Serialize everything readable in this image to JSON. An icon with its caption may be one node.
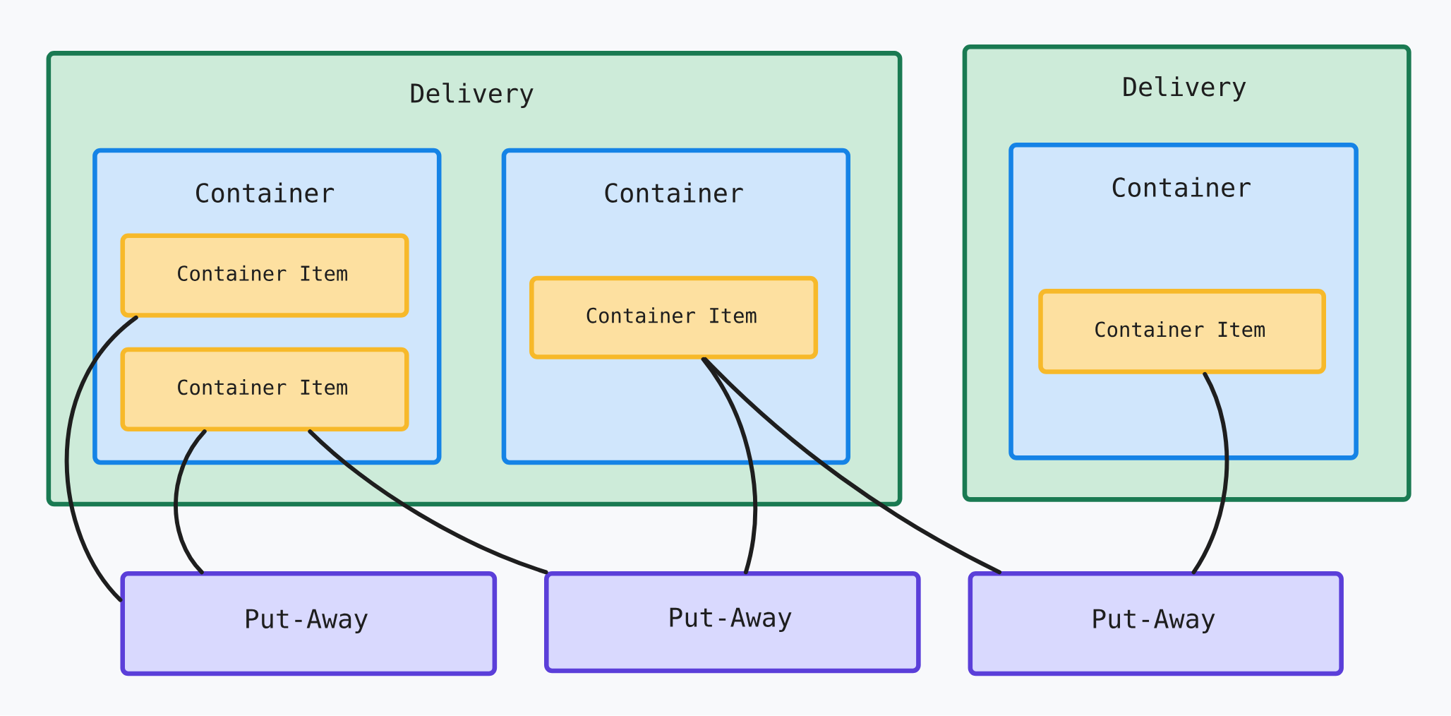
{
  "diagram": {
    "nodes": [
      {
        "text": [
          "Delivery"
        ]
      },
      {
        "text": [
          "Container"
        ],
        "in": 0
      },
      {
        "text": [
          "Container Item"
        ],
        "in": 1
      },
      {
        "text": [
          "Container Item"
        ],
        "in": 1
      },
      {
        "text": [
          "Container"
        ],
        "in": 0
      },
      {
        "text": [
          "Container Item"
        ],
        "in": 4
      },
      {
        "text": [
          "Delivery"
        ]
      },
      {
        "text": [
          "Container"
        ],
        "in": 6
      },
      {
        "text": [
          "Container Item"
        ],
        "in": 7
      },
      {
        "text": [
          "Put-Away"
        ]
      },
      {
        "text": [
          "Put-Away"
        ]
      },
      {
        "text": [
          "Put-Away"
        ]
      }
    ],
    "edges": [
      {
        "from": 2,
        "to": 9,
        "arrow": "none"
      },
      {
        "from": 3,
        "to": 9,
        "arrow": "none"
      },
      {
        "from": 3,
        "to": 10,
        "arrow": "none"
      },
      {
        "from": 5,
        "to": 10,
        "arrow": "none"
      },
      {
        "from": 5,
        "to": 11,
        "arrow": "none"
      },
      {
        "from": 8,
        "to": 11,
        "arrow": "none"
      }
    ]
  }
}
